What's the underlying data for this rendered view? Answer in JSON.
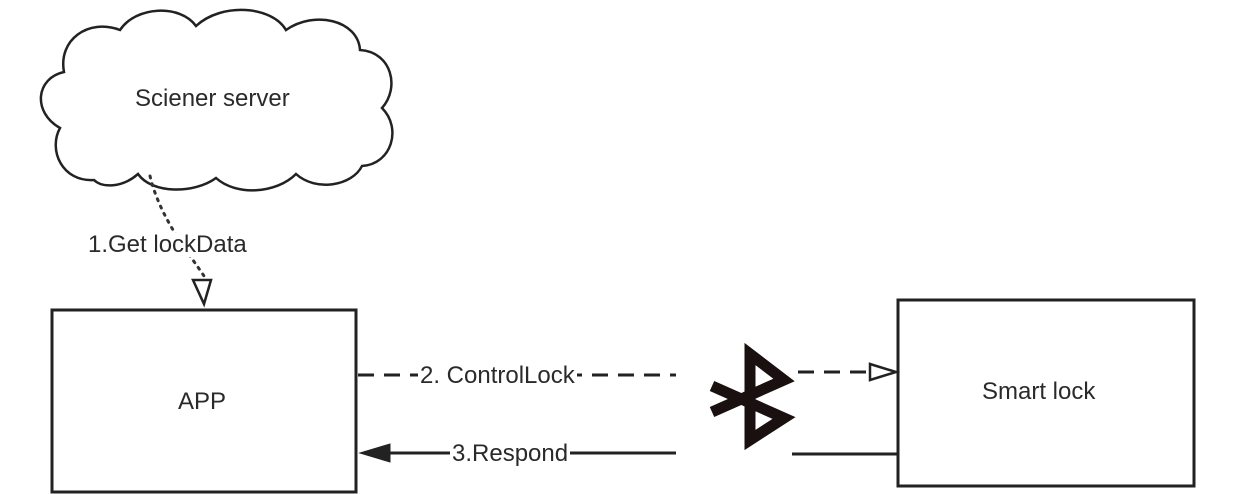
{
  "nodes": {
    "cloud": {
      "label": "Sciener server"
    },
    "app": {
      "label": "APP"
    },
    "lock": {
      "label": "Smart lock"
    }
  },
  "edges": {
    "get_lockdata": {
      "label": "1.Get lockData",
      "style": "dotted"
    },
    "control_lock": {
      "label": "2. ControlLock",
      "style": "dashed"
    },
    "respond": {
      "label": "3.Respond",
      "style": "solid"
    }
  },
  "icons": {
    "bluetooth": "bluetooth-icon"
  },
  "colors": {
    "stroke": "#222222",
    "text": "#2a2a2a",
    "background": "#ffffff"
  }
}
